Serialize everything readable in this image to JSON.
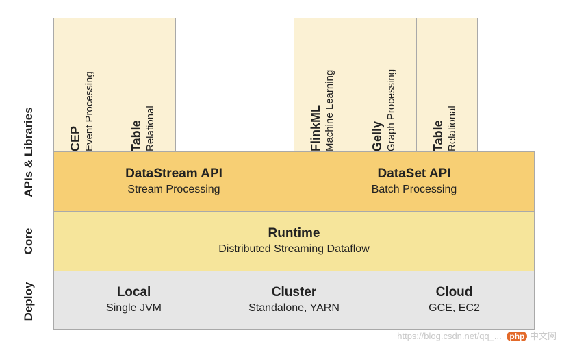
{
  "side_labels": {
    "apis": "APIs & Libraries",
    "core": "Core",
    "deploy": "Deploy"
  },
  "libraries": [
    {
      "title": "CEP",
      "sub": "Event Processing"
    },
    {
      "title": "Table",
      "sub": "Relational"
    },
    {
      "title": "FlinkML",
      "sub": "Machine Learning"
    },
    {
      "title": "Gelly",
      "sub": "Graph Processing"
    },
    {
      "title": "Table",
      "sub": "Relational"
    }
  ],
  "apis": [
    {
      "title": "DataStream API",
      "sub": "Stream Processing"
    },
    {
      "title": "DataSet API",
      "sub": "Batch Processing"
    }
  ],
  "core": {
    "title": "Runtime",
    "sub": "Distributed Streaming Dataflow"
  },
  "deploy": [
    {
      "title": "Local",
      "sub": "Single JVM"
    },
    {
      "title": "Cluster",
      "sub": "Standalone, YARN"
    },
    {
      "title": "Cloud",
      "sub": "GCE, EC2"
    }
  ],
  "watermark": {
    "url": "https://blog.csdn.net/qq_...",
    "logo": "php",
    "site": "中文网"
  },
  "colors": {
    "library": "#fbf1d4",
    "api": "#f7cf74",
    "core": "#f6e59b",
    "deploy": "#e6e6e6"
  }
}
